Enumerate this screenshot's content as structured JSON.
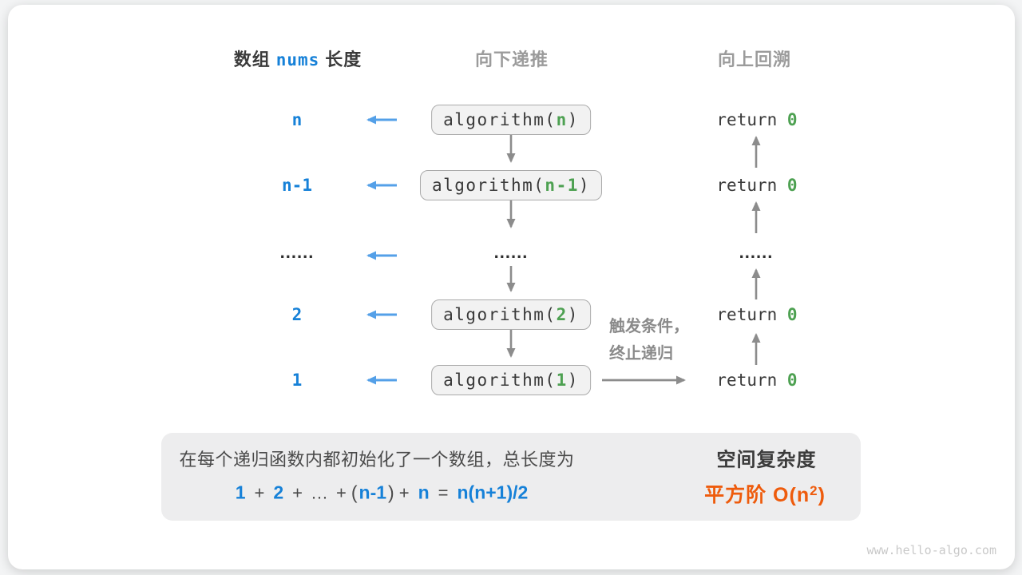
{
  "headers": {
    "left_pre": "数组",
    "left_code": "nums",
    "left_post": "长度",
    "middle": "向下递推",
    "right": "向上回溯"
  },
  "rows": [
    {
      "label": "n",
      "code_prefix": "algorithm(",
      "arg": "n",
      "code_suffix": ")",
      "ret_prefix": "return ",
      "ret_value": "0"
    },
    {
      "label": "n-1",
      "code_prefix": "algorithm(",
      "arg": "n-1",
      "code_suffix": ")",
      "ret_prefix": "return ",
      "ret_value": "0"
    },
    {
      "dots_left": "......",
      "dots_mid": "......",
      "dots_right": "......"
    },
    {
      "label": "2",
      "code_prefix": "algorithm(",
      "arg": "2",
      "code_suffix": ")",
      "ret_prefix": "return ",
      "ret_value": "0"
    },
    {
      "label": "1",
      "code_prefix": "algorithm(",
      "arg": "1",
      "code_suffix": ")",
      "ret_prefix": "return ",
      "ret_value": "0"
    }
  ],
  "trigger_note": {
    "line1": "触发条件，",
    "line2": "终止递归"
  },
  "summary": {
    "line1": "在每个递归函数内都初始化了一个数组，总长度为",
    "formula_tokens": [
      "1",
      "+",
      "2",
      "+",
      "…",
      "+",
      "(",
      "n-1",
      ")",
      "+",
      "n",
      "=",
      "n(n+1)/2"
    ],
    "result_title": "空间复杂度",
    "result_prefix": "平方阶 O(n",
    "result_sup": "2",
    "result_suffix": ")"
  },
  "watermark": "www.hello-algo.com",
  "colors": {
    "accent_blue": "#1681d8",
    "arrow_blue": "#54a0e8",
    "code_green": "#4ea152",
    "result_orange": "#ee5b0c",
    "arrow_gray": "#8c8c8c",
    "box_fill": "#f2f2f2",
    "summary_fill": "#ededee"
  }
}
